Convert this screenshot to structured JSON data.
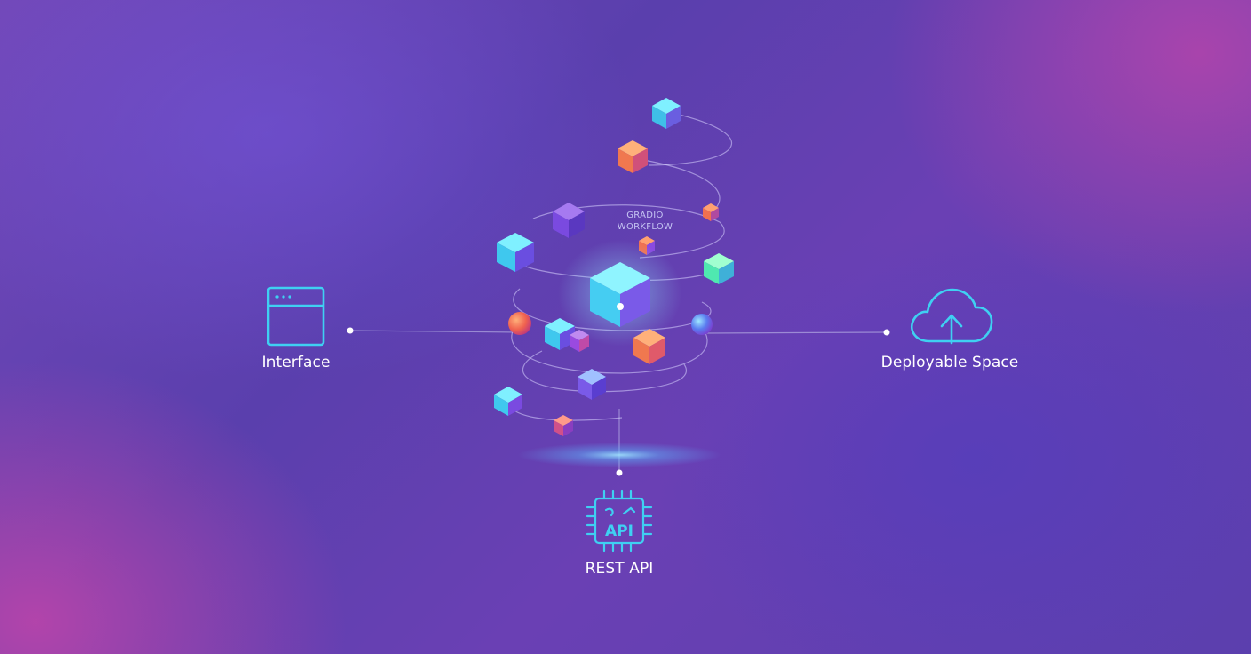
{
  "diagram": {
    "hub_text_line1": "GRADIO",
    "hub_text_line2": "WORKFLOW",
    "nodes": {
      "interface": {
        "label": "Interface",
        "icon": "browser-window-icon"
      },
      "deploy": {
        "label": "Deployable Space",
        "icon": "cloud-upload-icon"
      },
      "api": {
        "label": "REST API",
        "icon": "api-chip-icon",
        "chip_text": "API"
      }
    },
    "colors": {
      "icon_cyan": "#3fd0f2",
      "line": "#c9c6ef",
      "cube_cyan": "#3fd6f0",
      "cube_orange": "#f0784f",
      "cube_violet": "#8a56e8",
      "cube_green": "#4fe8b0"
    }
  }
}
